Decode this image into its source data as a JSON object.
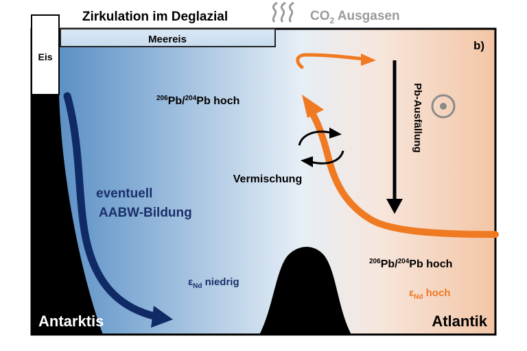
{
  "title": "Zirkulation im Deglazial",
  "co2_label": {
    "prefix": "CO",
    "sub": "2",
    "suffix": " Ausgasen"
  },
  "panel_label": "b)",
  "ice_label": "Eis",
  "sea_ice_label": "Meereis",
  "pb_ratio_label": {
    "sup1": "206",
    "mid": "Pb/",
    "sup2": "204",
    "suffix": "Pb hoch"
  },
  "mixing_label": "Vermischung",
  "aabw_label": {
    "line1": "eventuell",
    "line2": "AABW-Bildung"
  },
  "nd_low_label": {
    "prefix": "ε",
    "sub": "Nd",
    "suffix": " niedrig"
  },
  "nd_high_label": {
    "prefix": "ε",
    "sub": "Nd",
    "suffix": " hoch"
  },
  "pb_precip_label": "Pb-Ausfällung",
  "region_left": "Antarktis",
  "region_right": "Atlantik",
  "colors": {
    "water_south": "#4f86bf",
    "water_mid": "#e6eef6",
    "water_north": "#f3c5a5",
    "aabw_arrow": "#102a66",
    "nadw_arrow": "#f07a22",
    "text_blue": "#1a2f6a",
    "text_orange": "#ee7722",
    "co2_gray": "#9a9a9a"
  },
  "icons": [
    "co2-outgassing-icon",
    "mixing-cycle-icon",
    "out-of-page-flow-icon",
    "down-arrow-icon"
  ]
}
